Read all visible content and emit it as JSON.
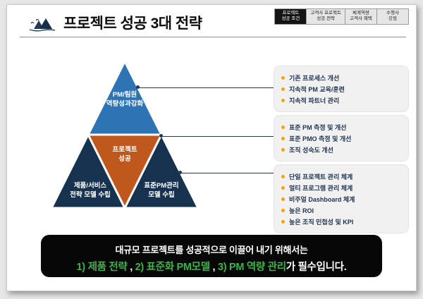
{
  "slide": {
    "title": "프로젝트 성공 3대 전략"
  },
  "nav": {
    "tabs": [
      {
        "line1": "프로젝트",
        "line2": "성공 조건",
        "active": true
      },
      {
        "line1": "고객사 프로젝트",
        "line2": "성공 전략",
        "active": false
      },
      {
        "line1": "체계역량",
        "line2": "고객사 혜택",
        "active": false
      },
      {
        "line1": "수행사",
        "line2": "강점",
        "active": false
      }
    ]
  },
  "pyramid": {
    "top": {
      "line1": "PM/팀원",
      "line2": "역량성과강화"
    },
    "center": {
      "line1": "프로젝트",
      "line2": "성공"
    },
    "left": {
      "line1": "제품/서비스",
      "line2": "전략 모델 수립"
    },
    "right": {
      "line1": "표준PM관리",
      "line2": "모델 수립"
    }
  },
  "panels": [
    {
      "items": [
        "기존 프로세스 개선",
        "지속적 PM 교육/훈련",
        "지속적 파트너 관리"
      ]
    },
    {
      "items": [
        "표준 PM 측정 및 개선",
        "표준 PMO 측정 및 개선",
        "조직 성숙도 개선"
      ]
    },
    {
      "items": [
        "단일 프로젝트 관리 체계",
        "멀티 프로그램 관리 체계",
        "비주얼 Dashboard 체계",
        "높은 ROI",
        "높은 조직 민첩성 및 KPI"
      ]
    }
  ],
  "footer": {
    "line1": "대규모 프로젝트를 성공적으로 이끌어 내기 위해서는",
    "line2": [
      {
        "text": "1) 제품 전략",
        "highlight": true
      },
      {
        "text": " , ",
        "highlight": false
      },
      {
        "text": "2) 표준화 PM모델",
        "highlight": true
      },
      {
        "text": "  , ",
        "highlight": false
      },
      {
        "text": "3) PM 역량 관리",
        "highlight": true
      },
      {
        "text": "가 필수입니다.",
        "highlight": false
      }
    ]
  },
  "colors": {
    "pyramid_top": "#2e74b5",
    "pyramid_center": "#c0571c",
    "pyramid_side": "#16324e",
    "bullet": "#f0a30a",
    "highlight_green": "#3cb44b",
    "active_tab_bg": "#141414"
  }
}
